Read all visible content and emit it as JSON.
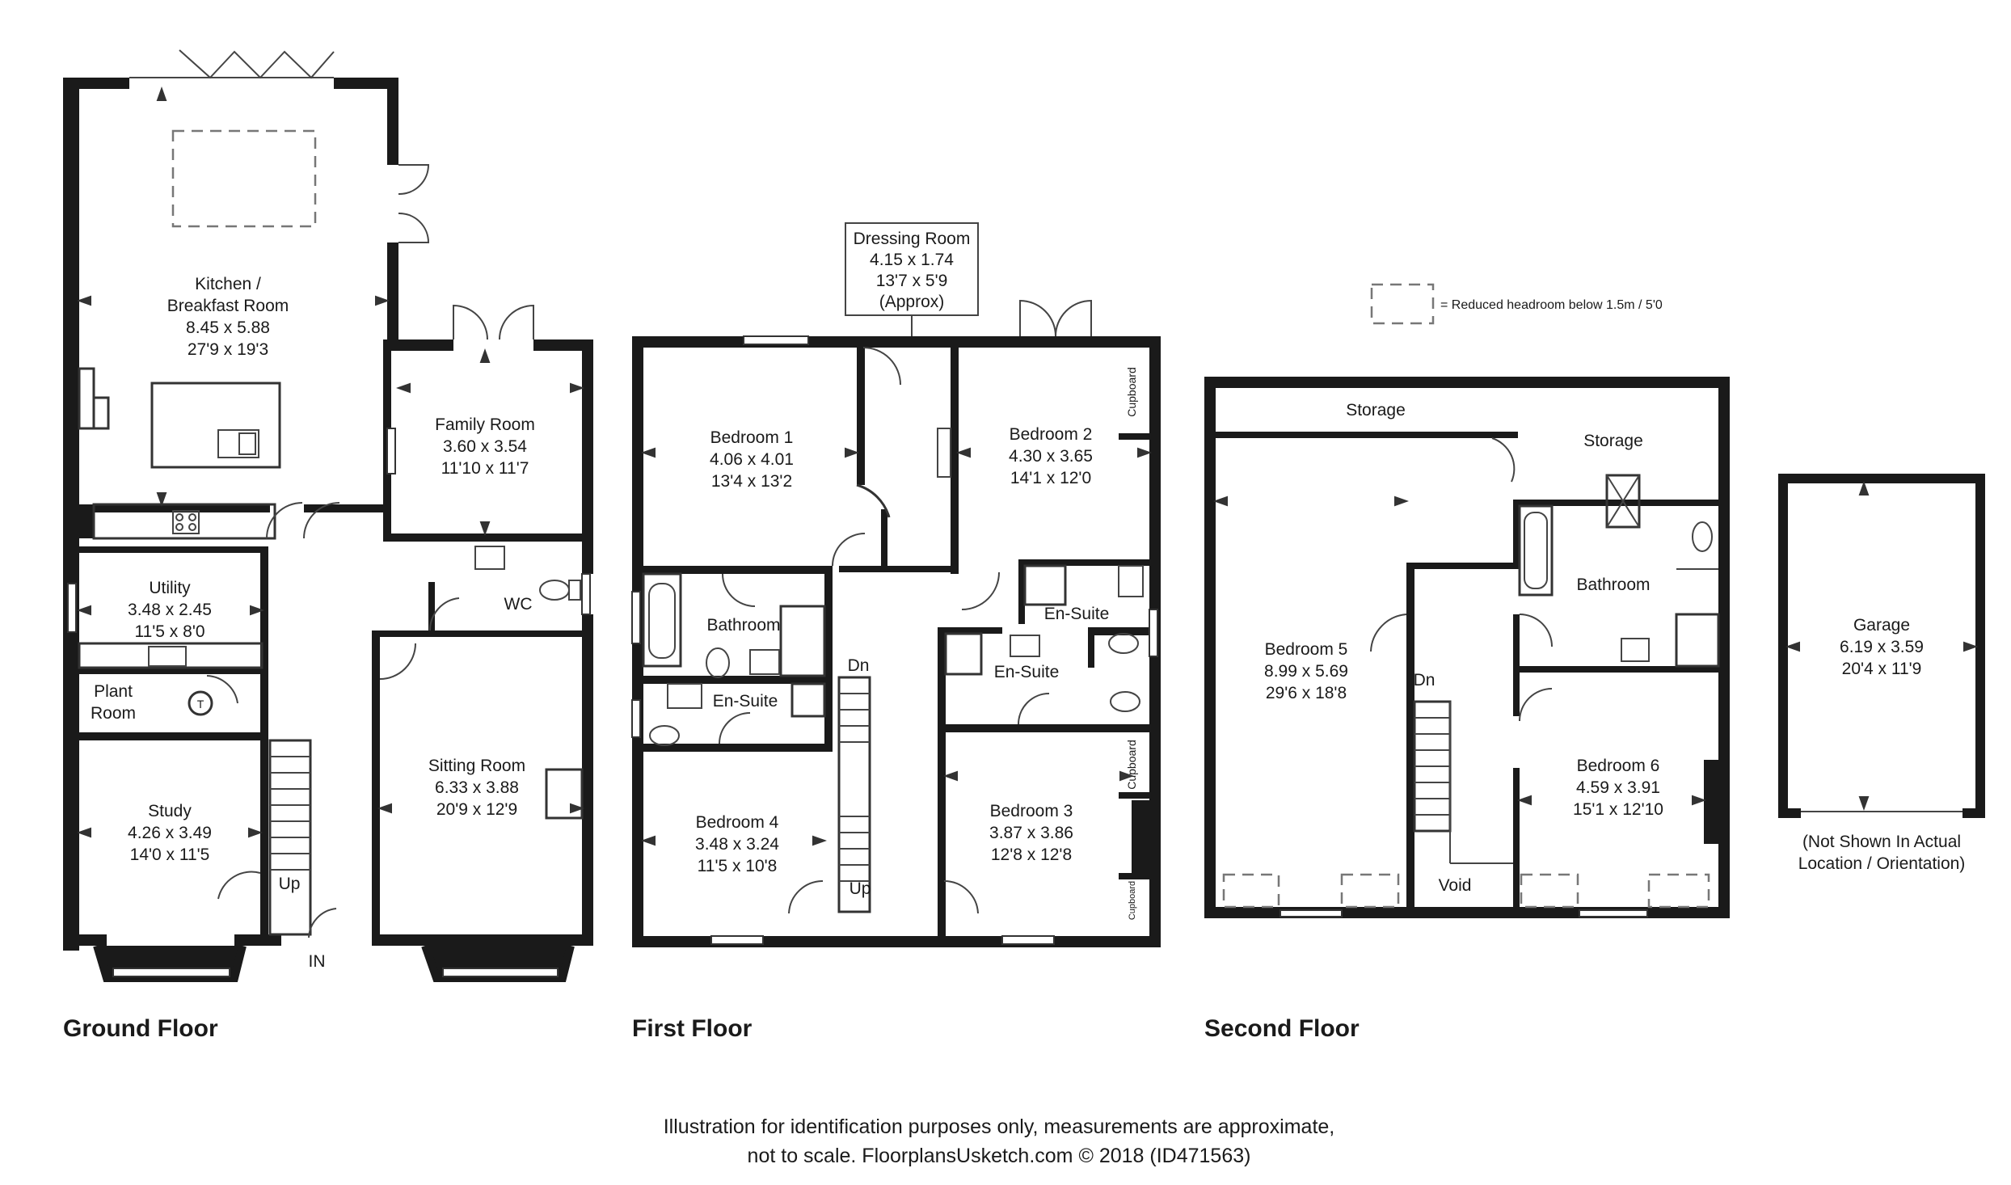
{
  "legend": {
    "text": "= Reduced headroom below 1.5m / 5'0"
  },
  "floors": {
    "ground": "Ground Floor",
    "first": "First Floor",
    "second": "Second Floor"
  },
  "rooms": {
    "kitchen": [
      "Kitchen /",
      "Breakfast Room",
      "8.45 x 5.88",
      "27'9 x 19'3"
    ],
    "family": [
      "Family Room",
      "3.60 x 3.54",
      "11'10 x 11'7"
    ],
    "utility": [
      "Utility",
      "3.48 x 2.45",
      "11'5 x 8'0"
    ],
    "wc": "WC",
    "plant": [
      "Plant",
      "Room"
    ],
    "plant_symbol": "T",
    "study": [
      "Study",
      "4.26 x 3.49",
      "14'0 x 11'5"
    ],
    "sitting": [
      "Sitting Room",
      "6.33 x 3.88",
      "20'9 x 12'9"
    ],
    "ground_up": "Up",
    "ground_in": "IN",
    "dressing": [
      "Dressing Room",
      "4.15 x 1.74",
      "13'7 x 5'9",
      "(Approx)"
    ],
    "bedroom1": [
      "Bedroom 1",
      "4.06 x 4.01",
      "13'4 x 13'2"
    ],
    "bedroom2": [
      "Bedroom 2",
      "4.30 x 3.65",
      "14'1 x 12'0"
    ],
    "bathroom1": "Bathroom",
    "ensuite_b4": "En-Suite",
    "ensuite_b2": "En-Suite",
    "ensuite_b3": "En-Suite",
    "bedroom4": [
      "Bedroom 4",
      "3.48 x 3.24",
      "11'5 x 10'8"
    ],
    "bedroom3": [
      "Bedroom 3",
      "3.87 x 3.86",
      "12'8 x 12'8"
    ],
    "first_dn": "Dn",
    "first_up": "Up",
    "cupboard": "Cupboard",
    "storage_top": "Storage",
    "storage_right": "Storage",
    "bathroom2": "Bathroom",
    "bedroom5": [
      "Bedroom 5",
      "8.99 x 5.69",
      "29'6 x 18'8"
    ],
    "bedroom6": [
      "Bedroom 6",
      "4.59 x 3.91",
      "15'1 x 12'10"
    ],
    "second_dn": "Dn",
    "void": "Void",
    "garage": [
      "Garage",
      "6.19 x 3.59",
      "20'4 x 11'9"
    ],
    "garage_note": [
      "(Not Shown In Actual",
      "Location / Orientation)"
    ]
  },
  "footer": [
    "Illustration for identification purposes only, measurements are approximate,",
    "not to scale. FloorplansUsketch.com © 2018 (ID471563)"
  ]
}
